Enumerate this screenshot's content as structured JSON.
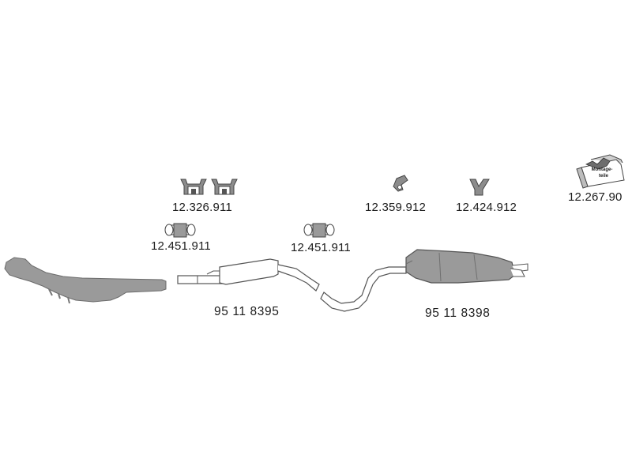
{
  "parts": {
    "mounting_kit": {
      "code": "12.267.90",
      "box_text_line1": "Montage-",
      "box_text_line2": "teile"
    },
    "rubber_hanger_pair": {
      "code": "12.326.911"
    },
    "hanger_bracket": {
      "code": "12.359.912"
    },
    "y_hanger": {
      "code": "12.424.912"
    },
    "clamp_left": {
      "code": "12.451.911"
    },
    "clamp_right": {
      "code": "12.451.911"
    },
    "front_silencer": {
      "code": "95 11 8395"
    },
    "rear_silencer": {
      "code": "95 11 8398"
    }
  },
  "colors": {
    "part_fill": "#9a9a9a",
    "part_stroke": "#555555",
    "text": "#1c1c1c"
  }
}
